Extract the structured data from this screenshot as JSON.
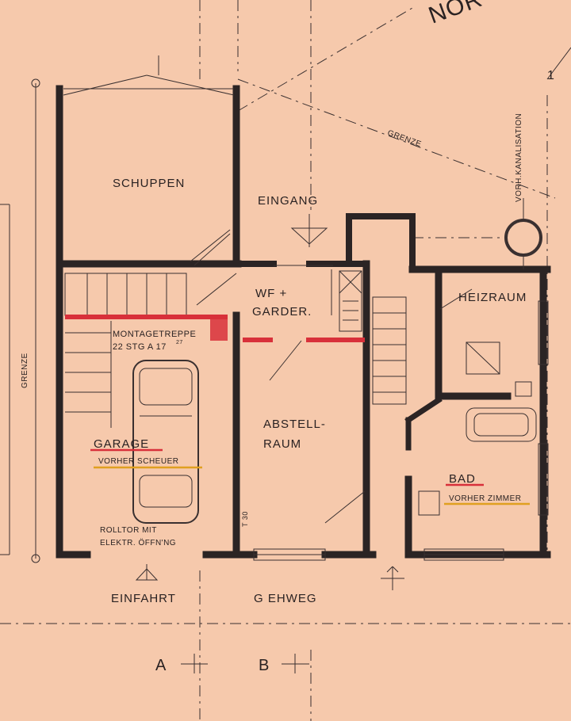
{
  "colors": {
    "paper": "#f6c9ac",
    "ink": "#2b2424",
    "red_marker": "#d8303a",
    "yellow_marker": "#e0a020"
  },
  "top_right": {
    "compass_fragment": "NOR",
    "number_fragment": "1"
  },
  "labels": {
    "grenze_diagonal": "GRENZE",
    "grenze_left": "GRENZE",
    "vorh_kanalisation": "VORH.KANALISATION"
  },
  "rooms": {
    "schuppen": "SCHUPPEN",
    "eingang": "EINGANG",
    "wf_line1": "WF +",
    "wf_line2": "GARDER.",
    "heizraum": "HEIZRAUM",
    "montagetreppe_line1": "MONTAGETREPPE",
    "montagetreppe_line2": "22 STG A 17",
    "montagetreppe_sup": "27",
    "abstell_line1": "ABSTELL-",
    "abstell_line2": "RAUM",
    "garage": "GARAGE",
    "garage_note": "VORHER SCHEUER",
    "bad": "BAD",
    "bad_note": "VORHER ZIMMER",
    "rolltor_line1": "ROLLTOR MIT",
    "rolltor_line2": "ELEKTR. ÖFFN'NG",
    "t30": "T 30"
  },
  "bottom": {
    "einfahrt": "EINFAHRT",
    "gehweg": "G EHWEG",
    "section_a": "A",
    "section_b": "B"
  }
}
